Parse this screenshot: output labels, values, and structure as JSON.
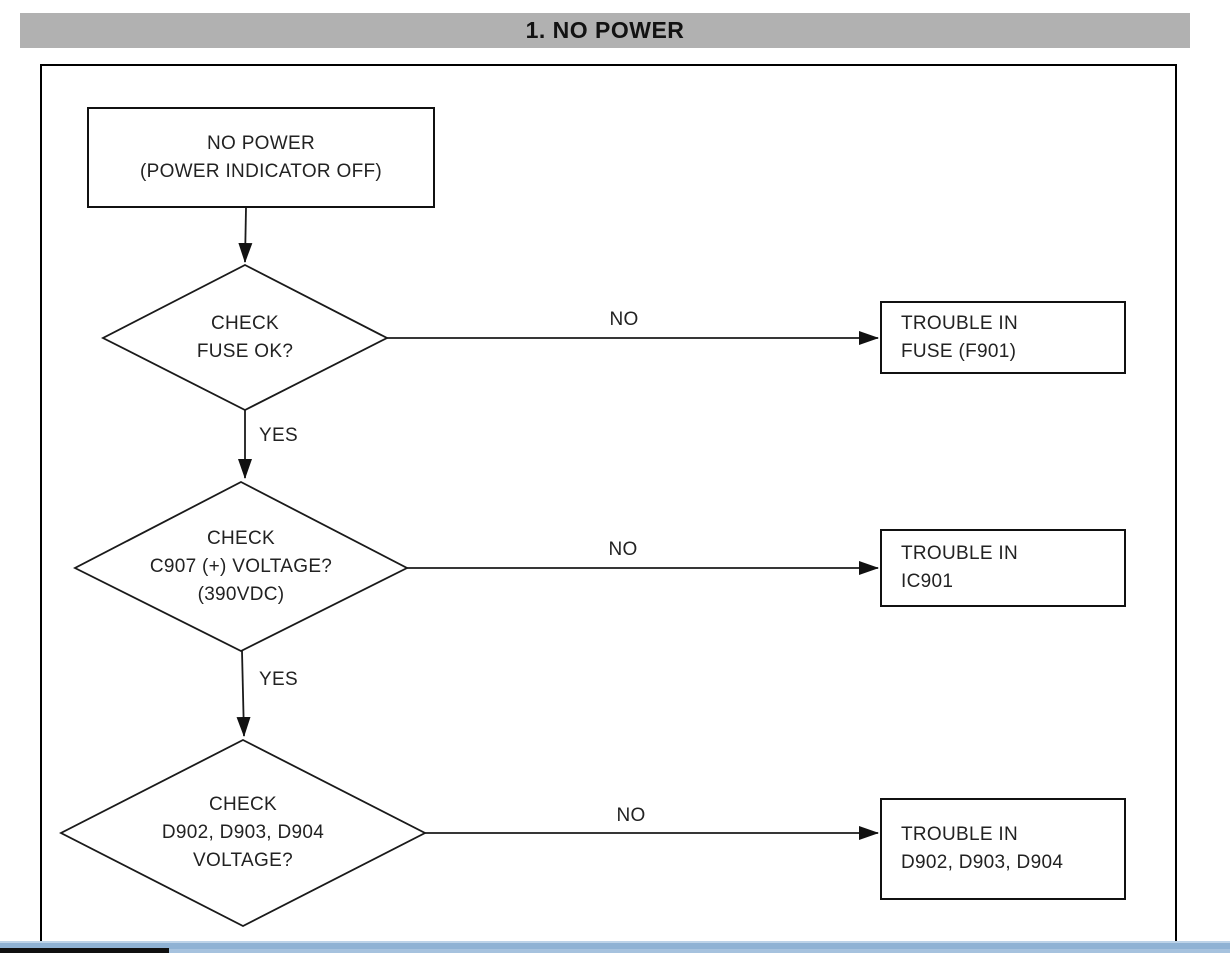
{
  "page": {
    "title": "1. NO POWER"
  },
  "flow": {
    "start": {
      "lines": [
        "NO POWER",
        "(POWER INDICATOR OFF)"
      ]
    },
    "decisions": [
      {
        "id": "check-fuse",
        "lines": [
          "CHECK",
          "FUSE OK?"
        ]
      },
      {
        "id": "check-c907",
        "lines": [
          "CHECK",
          "C907 (+) VOLTAGE?",
          "(390VDC)"
        ]
      },
      {
        "id": "check-diodes",
        "lines": [
          "CHECK",
          "D902, D903, D904",
          "VOLTAGE?"
        ]
      }
    ],
    "outcomes": [
      {
        "lines": [
          "TROUBLE IN",
          "FUSE (F901)"
        ]
      },
      {
        "lines": [
          "TROUBLE IN",
          "IC901"
        ]
      },
      {
        "lines": [
          "TROUBLE IN",
          "D902, D903, D904"
        ]
      }
    ],
    "edge_labels": {
      "no": "NO",
      "yes": "YES"
    }
  },
  "colors": {
    "header_bg": "#b1b1b1",
    "line": "#1a1a1a",
    "text": "#222222",
    "taskbar_blue": "#8fb2d4",
    "taskbar_blue_light": "#bdd3e8",
    "taskbar_strip_light": "#a6c2de",
    "taskbar_strip_dark": "#101010"
  }
}
